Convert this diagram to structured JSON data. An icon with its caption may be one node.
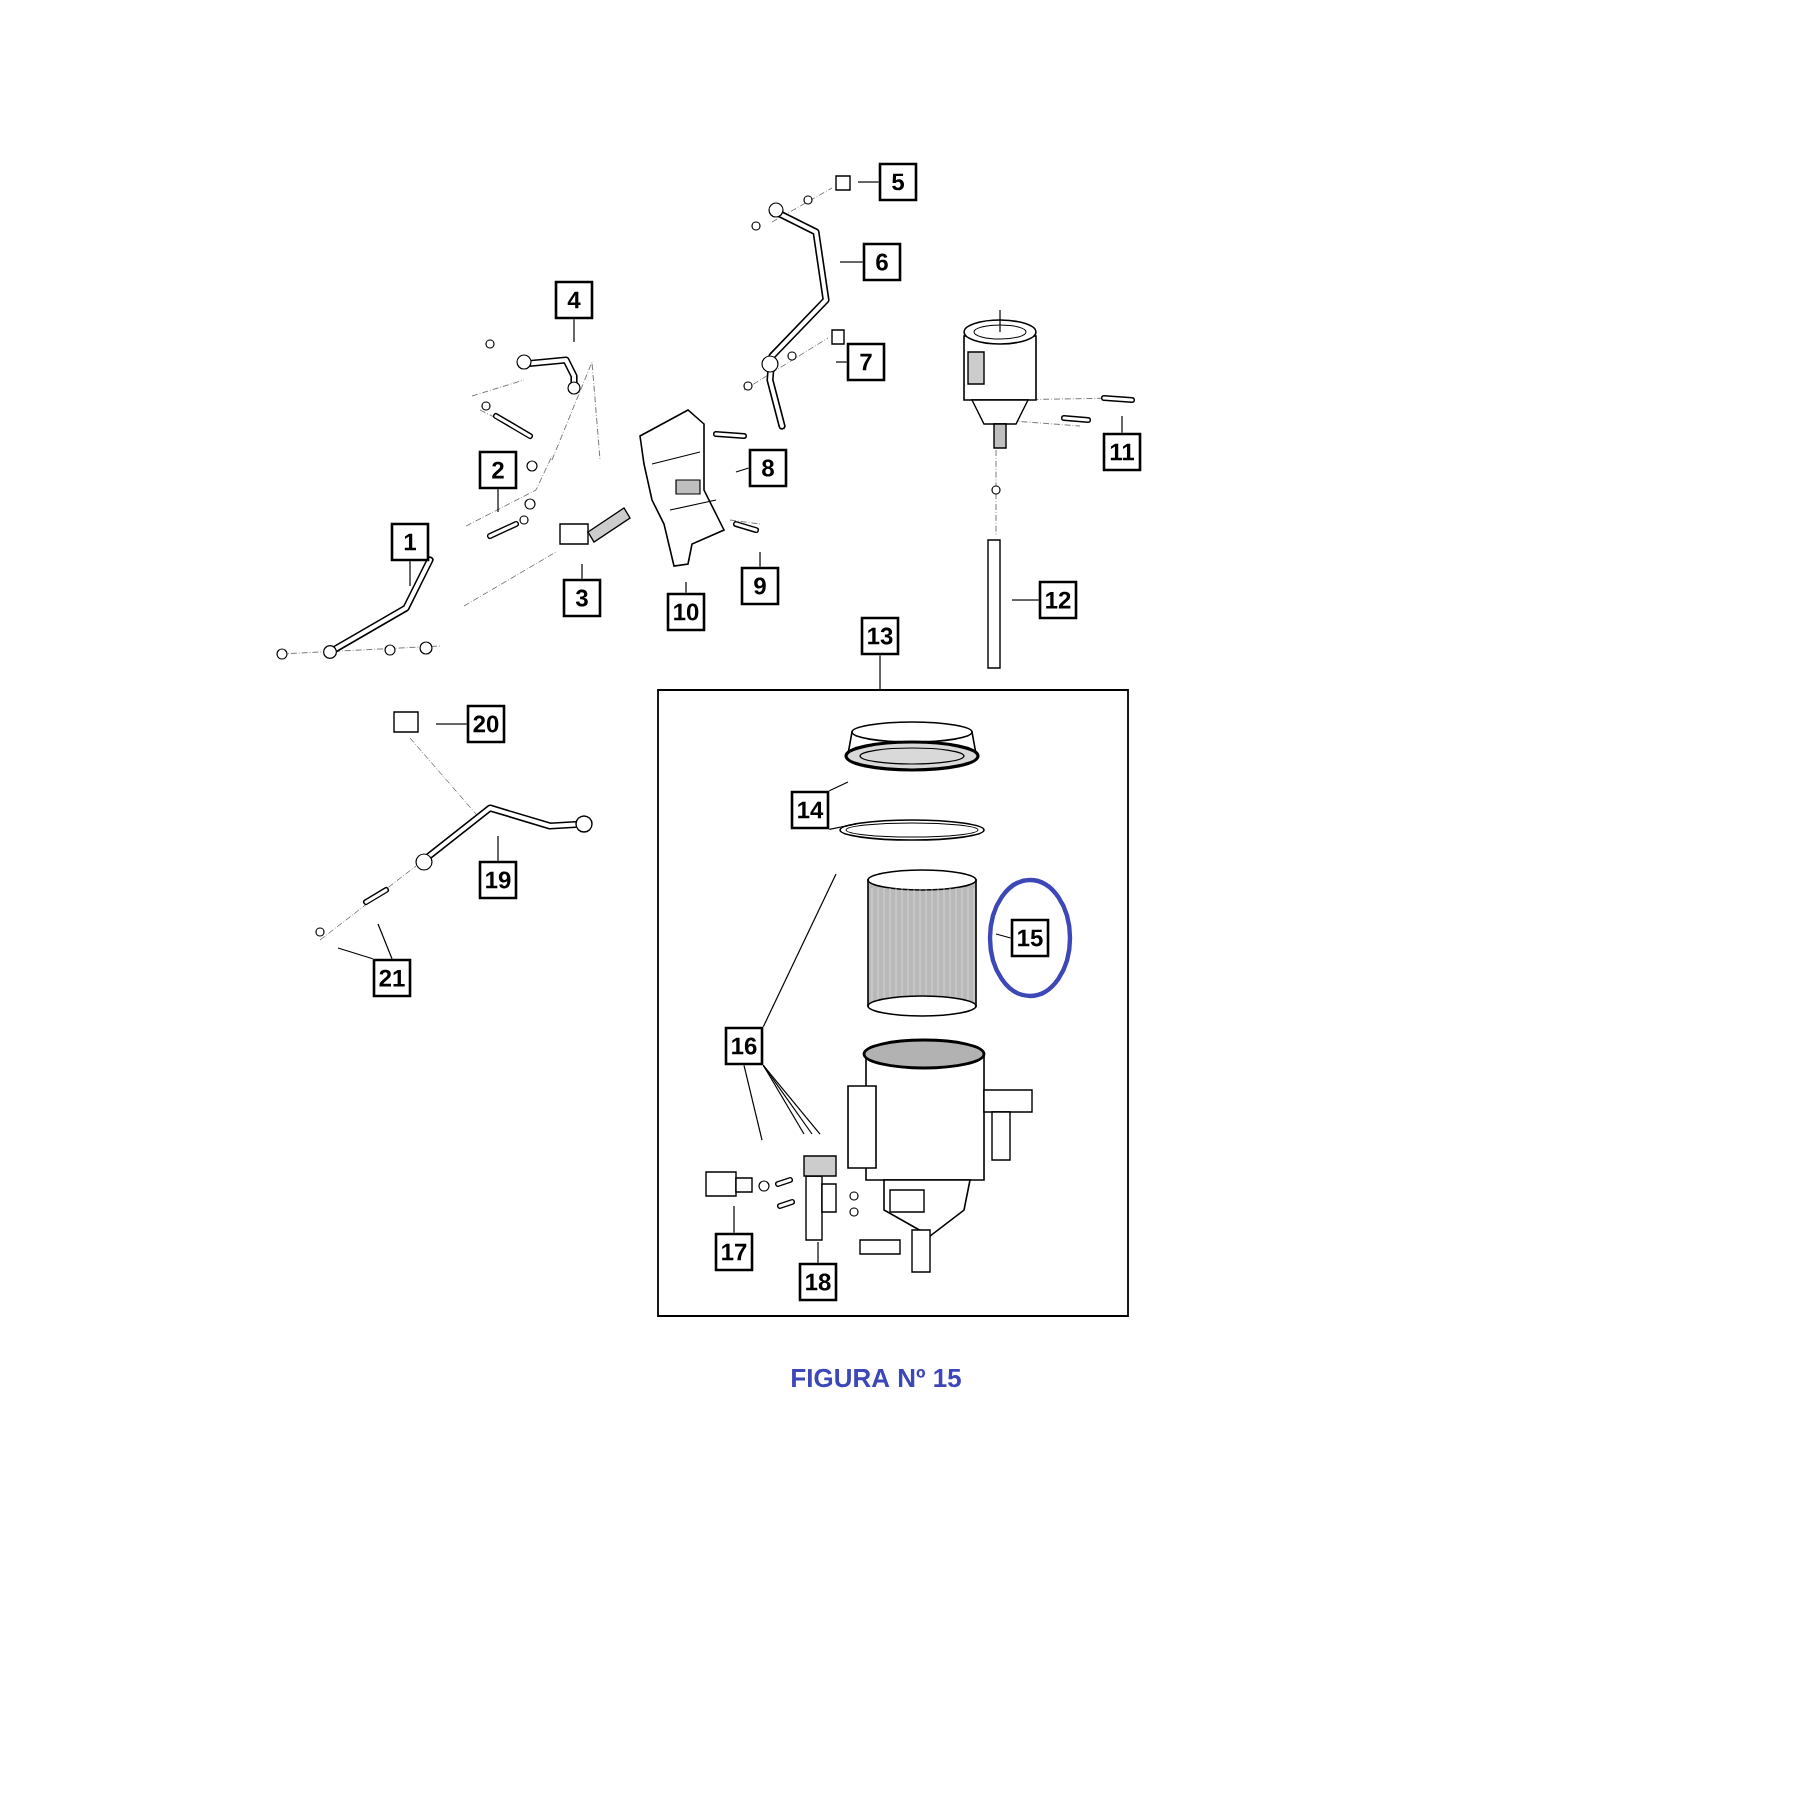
{
  "diagram": {
    "caption": "FIGURA Nº 15",
    "nodes": [
      {
        "text": [
          "1"
        ]
      },
      {
        "text": [
          "2"
        ]
      },
      {
        "text": [
          "3"
        ]
      },
      {
        "text": [
          "4"
        ]
      },
      {
        "text": [
          "5"
        ]
      },
      {
        "text": [
          "6"
        ]
      },
      {
        "text": [
          "7"
        ]
      },
      {
        "text": [
          "8"
        ]
      },
      {
        "text": [
          "9"
        ]
      },
      {
        "text": [
          "10"
        ]
      },
      {
        "text": [
          "11"
        ]
      },
      {
        "text": [
          "12"
        ]
      },
      {
        "text": [
          "13"
        ]
      },
      {
        "text": [],
        "shape": "box"
      },
      {
        "text": [
          "14"
        ],
        "in": 13
      },
      {
        "text": [
          "15"
        ],
        "in": 13
      },
      {
        "text": [
          "16"
        ],
        "in": 13
      },
      {
        "text": [
          "17"
        ],
        "in": 13
      },
      {
        "text": [
          "18"
        ],
        "in": 13
      },
      {
        "text": [
          "19"
        ]
      },
      {
        "text": [
          "20"
        ]
      },
      {
        "text": [
          "21"
        ]
      }
    ],
    "edges": [
      {
        "from": 0,
        "to": null,
        "arrow": "none"
      },
      {
        "from": 1,
        "to": null,
        "arrow": "none"
      },
      {
        "from": 2,
        "to": null,
        "arrow": "none"
      },
      {
        "from": 3,
        "to": null,
        "arrow": "none"
      },
      {
        "from": 4,
        "to": null,
        "arrow": "none"
      },
      {
        "from": 5,
        "to": null,
        "arrow": "none"
      },
      {
        "from": 6,
        "to": null,
        "arrow": "none"
      },
      {
        "from": 7,
        "to": null,
        "arrow": "none"
      },
      {
        "from": 8,
        "to": null,
        "arrow": "none"
      },
      {
        "from": 9,
        "to": null,
        "arrow": "none"
      },
      {
        "from": 10,
        "to": null,
        "arrow": "none"
      },
      {
        "from": 11,
        "to": null,
        "arrow": "none"
      },
      {
        "from": 12,
        "to": 13,
        "arrow": "none"
      },
      {
        "from": 14,
        "to": null,
        "arrow": "none"
      },
      {
        "from": 14,
        "to": null,
        "arrow": "none"
      },
      {
        "from": 15,
        "to": null,
        "arrow": "none"
      },
      {
        "from": 16,
        "to": null,
        "arrow": "none"
      },
      {
        "from": 16,
        "to": null,
        "arrow": "none"
      },
      {
        "from": 16,
        "to": null,
        "arrow": "none"
      },
      {
        "from": 16,
        "to": null,
        "arrow": "none"
      },
      {
        "from": 16,
        "to": null,
        "arrow": "none"
      },
      {
        "from": 17,
        "to": null,
        "arrow": "none"
      },
      {
        "from": 18,
        "to": null,
        "arrow": "none"
      },
      {
        "from": 19,
        "to": null,
        "arrow": "none"
      },
      {
        "from": 20,
        "to": null,
        "arrow": "none"
      },
      {
        "from": 21,
        "to": null,
        "arrow": "none"
      },
      {
        "from": 21,
        "to": null,
        "arrow": "none"
      }
    ]
  }
}
